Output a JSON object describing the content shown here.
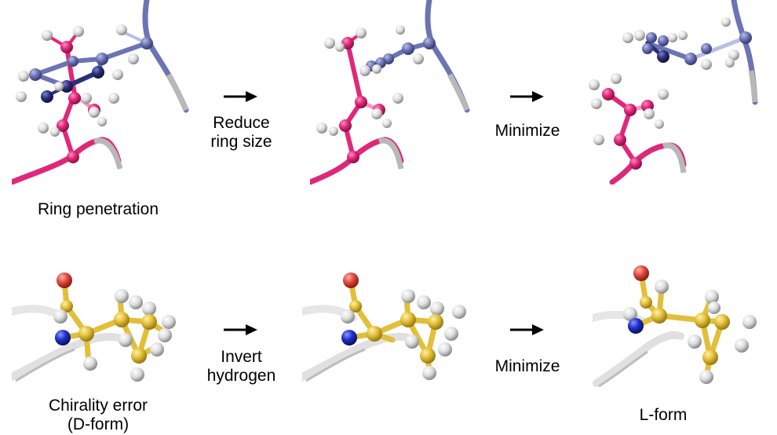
{
  "row1": {
    "caption": "Ring penetration",
    "step1_label_line1": "Reduce",
    "step1_label_line2": "ring size",
    "step2_label": "Minimize"
  },
  "row2": {
    "caption_line1": "Chirality error",
    "caption_line2": "(D-form)",
    "step1_label_line1": "Invert",
    "step1_label_line2": "hydrogen",
    "step2_label": "Minimize",
    "result_caption": "L-form"
  },
  "colors": {
    "magenta": "#e0287a",
    "ring_blue": "#6c74b4",
    "dark_blue": "#2a2f7a",
    "gold": "#e2bf3a",
    "oxygen": "#e04a3e",
    "nitrogen": "#2030c8",
    "hydrogen": "#e2e2e2"
  }
}
